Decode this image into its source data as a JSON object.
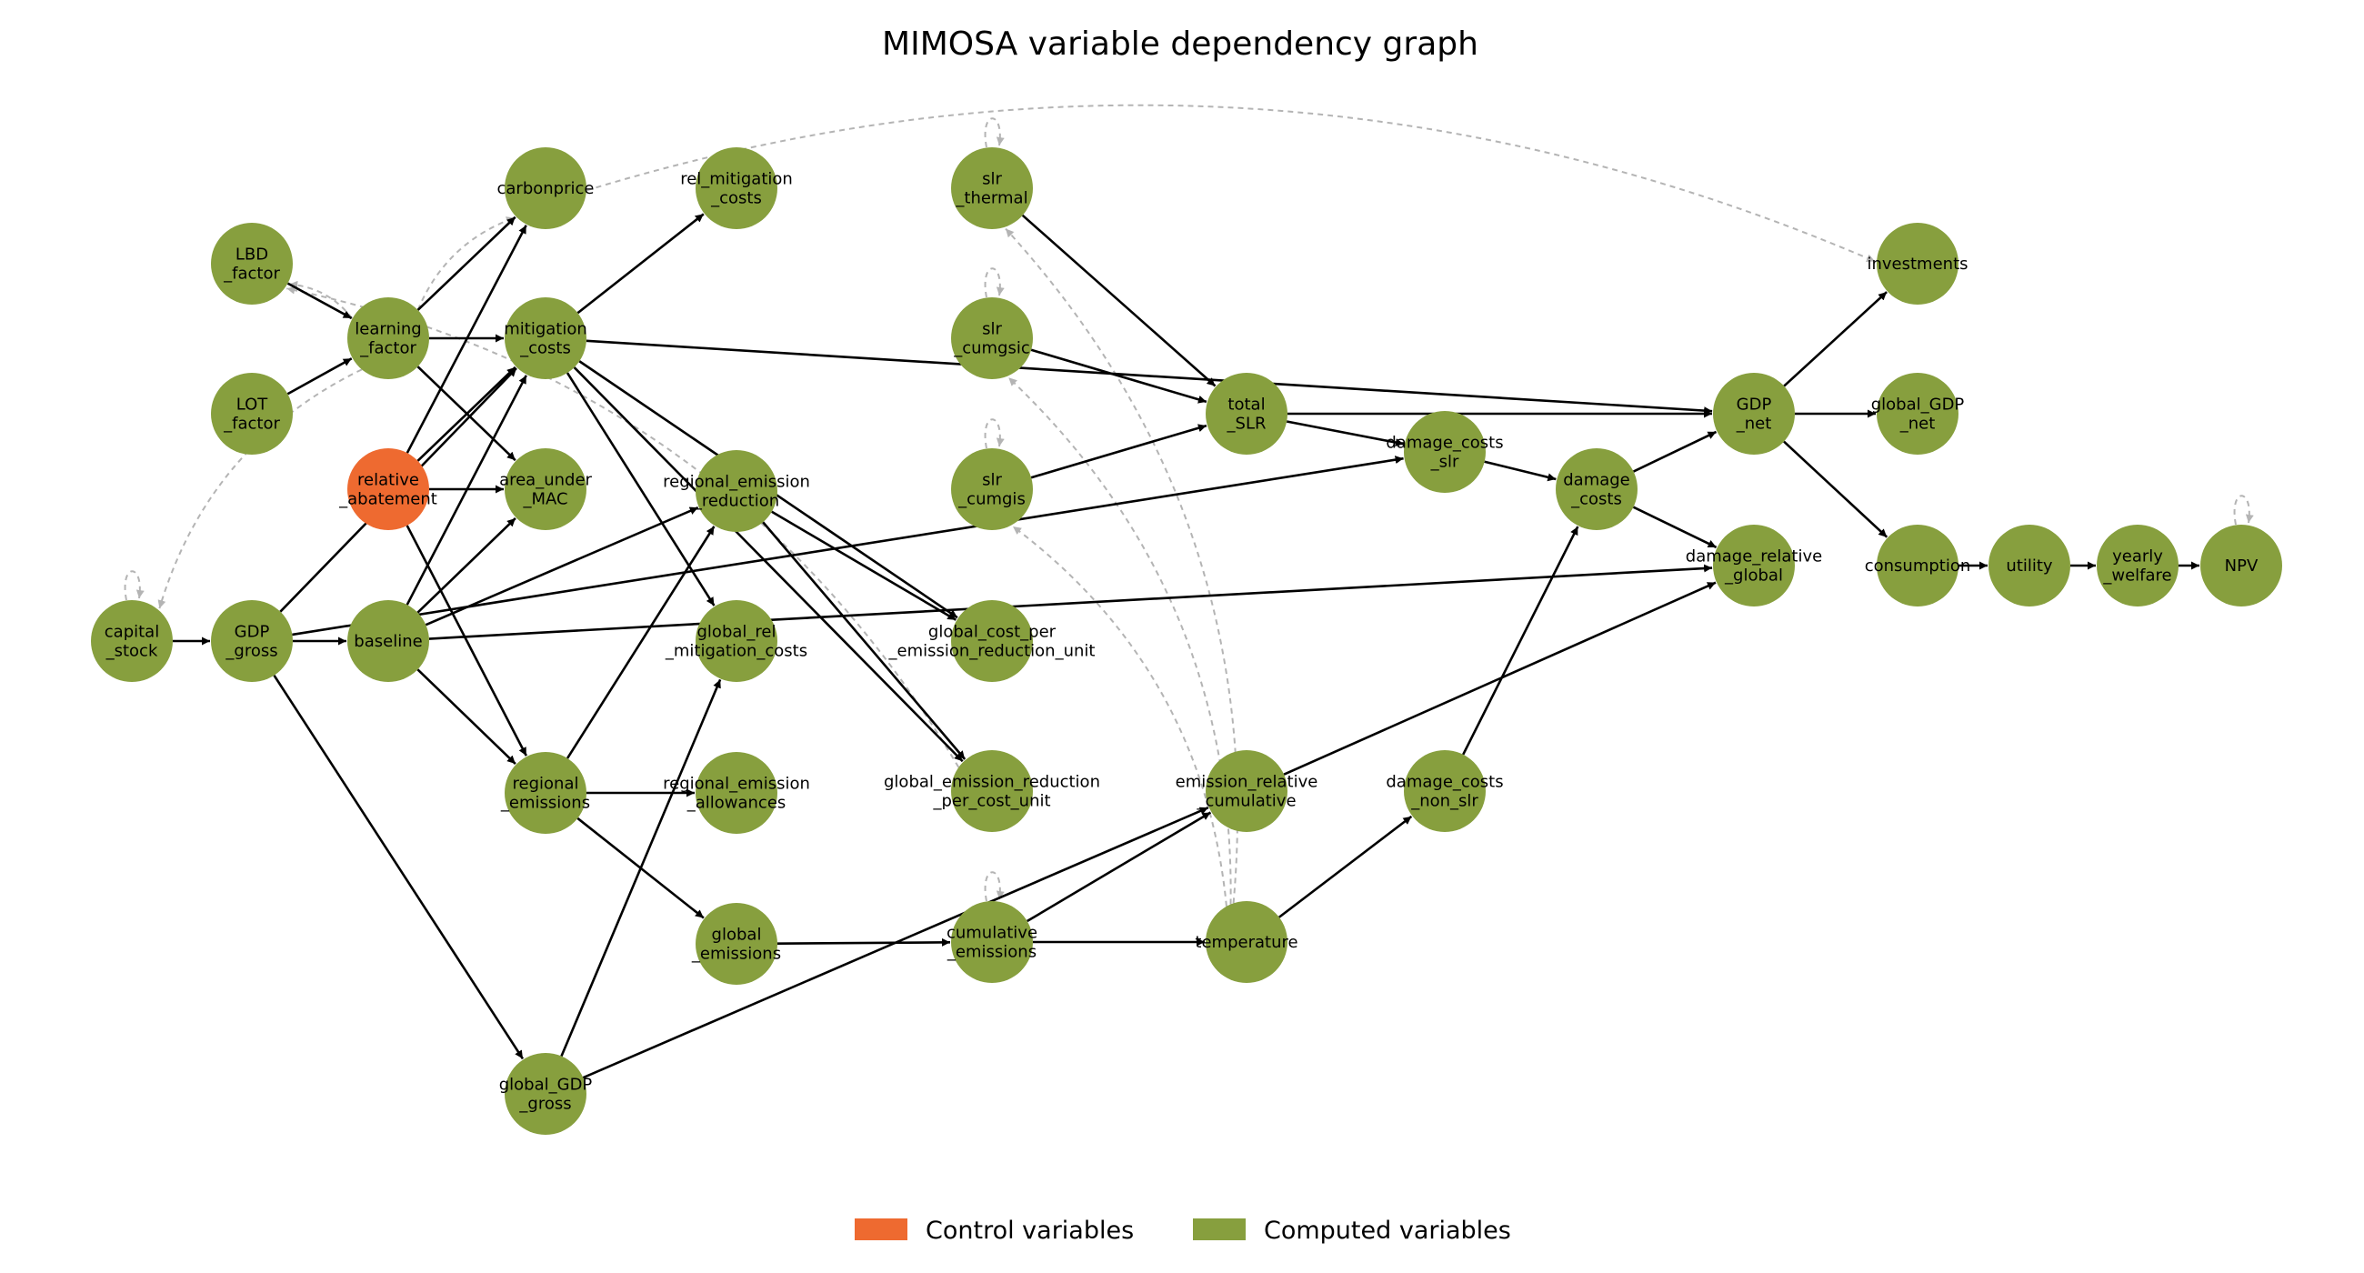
{
  "title": "MIMOSA variable dependency graph",
  "colors": {
    "control": "#ee6a30",
    "computed": "#879f3e",
    "edge": "#000000",
    "dependency": "#b4b4b4"
  },
  "legend": [
    {
      "label": "Control variables",
      "kind": "control"
    },
    {
      "label": "Computed variables",
      "kind": "computed"
    }
  ],
  "nodes": [
    {
      "id": "capital_stock",
      "lines": [
        "capital",
        "_stock"
      ],
      "kind": "computed"
    },
    {
      "id": "GDP_gross",
      "lines": [
        "GDP",
        "_gross"
      ],
      "kind": "computed"
    },
    {
      "id": "baseline",
      "lines": [
        "baseline"
      ],
      "kind": "computed"
    },
    {
      "id": "LBD_factor",
      "lines": [
        "LBD",
        "_factor"
      ],
      "kind": "computed"
    },
    {
      "id": "LOT_factor",
      "lines": [
        "LOT",
        "_factor"
      ],
      "kind": "computed"
    },
    {
      "id": "learning_factor",
      "lines": [
        "learning",
        "_factor"
      ],
      "kind": "computed"
    },
    {
      "id": "relative_abatement",
      "lines": [
        "relative",
        "_abatement"
      ],
      "kind": "control"
    },
    {
      "id": "carbonprice",
      "lines": [
        "carbonprice"
      ],
      "kind": "computed"
    },
    {
      "id": "mitigation_costs",
      "lines": [
        "mitigation",
        "_costs"
      ],
      "kind": "computed"
    },
    {
      "id": "area_under_MAC",
      "lines": [
        "area_under",
        "_MAC"
      ],
      "kind": "computed"
    },
    {
      "id": "regional_emissions",
      "lines": [
        "regional",
        "_emissions"
      ],
      "kind": "computed"
    },
    {
      "id": "global_GDP_gross",
      "lines": [
        "global_GDP",
        "_gross"
      ],
      "kind": "computed"
    },
    {
      "id": "rel_mitigation_costs",
      "lines": [
        "rel_mitigation",
        "_costs"
      ],
      "kind": "computed"
    },
    {
      "id": "regional_emission_reduction",
      "lines": [
        "regional_emission",
        "_reduction"
      ],
      "kind": "computed"
    },
    {
      "id": "global_rel_mitigation_costs",
      "lines": [
        "global_rel",
        "_mitigation_costs"
      ],
      "kind": "computed"
    },
    {
      "id": "regional_emission_allowances",
      "lines": [
        "regional_emission",
        "_allowances"
      ],
      "kind": "computed"
    },
    {
      "id": "global_emissions",
      "lines": [
        "global",
        "_emissions"
      ],
      "kind": "computed"
    },
    {
      "id": "slr_thermal",
      "lines": [
        "slr",
        "_thermal"
      ],
      "kind": "computed"
    },
    {
      "id": "slr_cumgsic",
      "lines": [
        "slr",
        "_cumgsic"
      ],
      "kind": "computed"
    },
    {
      "id": "slr_cumgis",
      "lines": [
        "slr",
        "_cumgis"
      ],
      "kind": "computed"
    },
    {
      "id": "global_cost_per_emission_reduction_unit",
      "lines": [
        "global_cost_per",
        "_emission_reduction_unit"
      ],
      "kind": "computed"
    },
    {
      "id": "global_emission_reduction_per_cost_unit",
      "lines": [
        "global_emission_reduction",
        "_per_cost_unit"
      ],
      "kind": "computed"
    },
    {
      "id": "cumulative_emissions",
      "lines": [
        "cumulative",
        "_emissions"
      ],
      "kind": "computed"
    },
    {
      "id": "total_SLR",
      "lines": [
        "total",
        "_SLR"
      ],
      "kind": "computed"
    },
    {
      "id": "emission_relative_cumulative",
      "lines": [
        "emission_relative",
        "_cumulative"
      ],
      "kind": "computed"
    },
    {
      "id": "temperature",
      "lines": [
        "temperature"
      ],
      "kind": "computed"
    },
    {
      "id": "damage_costs_slr",
      "lines": [
        "damage_costs",
        "_slr"
      ],
      "kind": "computed"
    },
    {
      "id": "damage_costs_non_slr",
      "lines": [
        "damage_costs",
        "_non_slr"
      ],
      "kind": "computed"
    },
    {
      "id": "damage_costs",
      "lines": [
        "damage",
        "_costs"
      ],
      "kind": "computed"
    },
    {
      "id": "GDP_net",
      "lines": [
        "GDP",
        "_net"
      ],
      "kind": "computed"
    },
    {
      "id": "damage_relative_global",
      "lines": [
        "damage_relative",
        "_global"
      ],
      "kind": "computed"
    },
    {
      "id": "investments",
      "lines": [
        "investments"
      ],
      "kind": "computed"
    },
    {
      "id": "global_GDP_net",
      "lines": [
        "global_GDP",
        "_net"
      ],
      "kind": "computed"
    },
    {
      "id": "consumption",
      "lines": [
        "consumption"
      ],
      "kind": "computed"
    },
    {
      "id": "utility",
      "lines": [
        "utility"
      ],
      "kind": "computed"
    },
    {
      "id": "yearly_welfare",
      "lines": [
        "yearly",
        "_welfare"
      ],
      "kind": "computed"
    },
    {
      "id": "NPV",
      "lines": [
        "NPV"
      ],
      "kind": "computed"
    }
  ],
  "edges": [
    [
      "capital_stock",
      "GDP_gross"
    ],
    [
      "GDP_gross",
      "baseline"
    ],
    [
      "GDP_gross",
      "mitigation_costs"
    ],
    [
      "GDP_gross",
      "global_GDP_gross"
    ],
    [
      "GDP_gross",
      "damage_costs_slr"
    ],
    [
      "LBD_factor",
      "learning_factor"
    ],
    [
      "LOT_factor",
      "learning_factor"
    ],
    [
      "learning_factor",
      "carbonprice"
    ],
    [
      "learning_factor",
      "mitigation_costs"
    ],
    [
      "learning_factor",
      "area_under_MAC"
    ],
    [
      "relative_abatement",
      "carbonprice"
    ],
    [
      "relative_abatement",
      "mitigation_costs"
    ],
    [
      "relative_abatement",
      "area_under_MAC"
    ],
    [
      "relative_abatement",
      "regional_emissions"
    ],
    [
      "baseline",
      "mitigation_costs"
    ],
    [
      "baseline",
      "area_under_MAC"
    ],
    [
      "baseline",
      "regional_emission_reduction"
    ],
    [
      "baseline",
      "regional_emissions"
    ],
    [
      "baseline",
      "damage_relative_global"
    ],
    [
      "mitigation_costs",
      "rel_mitigation_costs"
    ],
    [
      "mitigation_costs",
      "global_rel_mitigation_costs"
    ],
    [
      "mitigation_costs",
      "global_cost_per_emission_reduction_unit"
    ],
    [
      "mitigation_costs",
      "global_emission_reduction_per_cost_unit"
    ],
    [
      "mitigation_costs",
      "GDP_net"
    ],
    [
      "regional_emissions",
      "regional_emission_reduction"
    ],
    [
      "regional_emissions",
      "regional_emission_allowances"
    ],
    [
      "regional_emissions",
      "global_emissions"
    ],
    [
      "global_GDP_gross",
      "global_rel_mitigation_costs"
    ],
    [
      "global_GDP_gross",
      "emission_relative_cumulative"
    ],
    [
      "regional_emission_reduction",
      "global_cost_per_emission_reduction_unit"
    ],
    [
      "regional_emission_reduction",
      "global_emission_reduction_per_cost_unit"
    ],
    [
      "global_emissions",
      "cumulative_emissions"
    ],
    [
      "cumulative_emissions",
      "temperature"
    ],
    [
      "cumulative_emissions",
      "emission_relative_cumulative"
    ],
    [
      "slr_thermal",
      "total_SLR"
    ],
    [
      "slr_cumgsic",
      "total_SLR"
    ],
    [
      "slr_cumgis",
      "total_SLR"
    ],
    [
      "total_SLR",
      "damage_costs_slr"
    ],
    [
      "total_SLR",
      "GDP_net"
    ],
    [
      "temperature",
      "damage_costs_non_slr"
    ],
    [
      "damage_costs_slr",
      "damage_costs"
    ],
    [
      "damage_costs_non_slr",
      "damage_costs"
    ],
    [
      "damage_costs",
      "GDP_net"
    ],
    [
      "damage_costs",
      "damage_relative_global"
    ],
    [
      "emission_relative_cumulative",
      "damage_relative_global"
    ],
    [
      "GDP_net",
      "investments"
    ],
    [
      "GDP_net",
      "global_GDP_net"
    ],
    [
      "GDP_net",
      "consumption"
    ],
    [
      "consumption",
      "utility"
    ],
    [
      "utility",
      "yearly_welfare"
    ],
    [
      "yearly_welfare",
      "NPV"
    ]
  ],
  "dependency_edges": [
    [
      "learning_factor",
      "LBD_factor"
    ],
    [
      "learning_factor",
      "capital_stock"
    ],
    [
      "learning_factor",
      "carbonprice"
    ],
    [
      "carbonprice",
      "investments"
    ],
    [
      "global_emission_reduction_per_cost_unit",
      "LBD_factor"
    ],
    [
      "temperature",
      "slr_thermal"
    ],
    [
      "temperature",
      "slr_cumgsic"
    ],
    [
      "temperature",
      "slr_cumgis"
    ]
  ],
  "self_loops": [
    "capital_stock",
    "slr_thermal",
    "slr_cumgsic",
    "slr_cumgis",
    "cumulative_emissions",
    "NPV"
  ]
}
